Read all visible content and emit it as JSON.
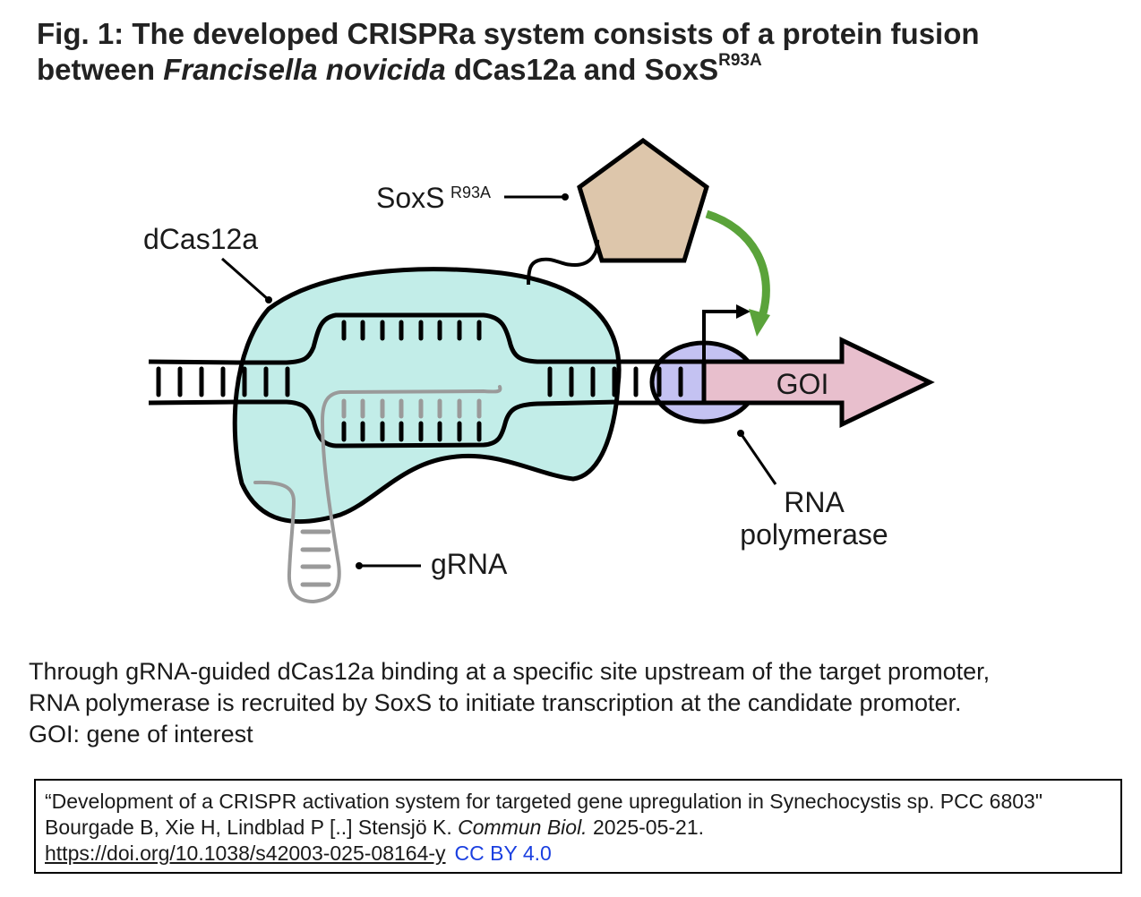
{
  "figure": {
    "title_prefix": "Fig. 1: The developed CRISPRa system consists of a protein fusion",
    "title_line2_before": "between ",
    "title_line2_italic": "Francisella novicida",
    "title_line2_after": " dCas12a and SoxS",
    "title_superscript": "R93A"
  },
  "diagram": {
    "labels": {
      "soxs": "SoxS",
      "soxs_superscript": "R93A",
      "dcas12a": "dCas12a",
      "goi": "GOI",
      "rna_polymerase_line1": "RNA",
      "rna_polymerase_line2": "polymerase",
      "grna": "gRNA"
    },
    "colors": {
      "dcas12a_fill": "#c2ede8",
      "soxs_fill": "#ddc6ab",
      "rna_polymerase_fill": "#c4c2f2",
      "goi_fill": "#e8bfcd",
      "activation_arrow": "#5aa33a",
      "grna_stroke": "#9a9a9a",
      "dna_stroke": "#000000"
    }
  },
  "caption": {
    "line1": "Through gRNA-guided dCas12a binding at a specific site upstream of the target promoter,",
    "line2": "RNA polymerase is recruited by SoxS to initiate transcription at the candidate promoter.",
    "line3": "GOI: gene of interest"
  },
  "citation": {
    "text_before_journal": "“Development of a CRISPR activation system for targeted gene upregulation in Synechocystis sp. PCC 6803\" Bourgade B, Xie H, Lindblad P [..] Stensjö K. ",
    "journal": "Commun Biol.",
    "date": " 2025-05-21.",
    "doi_link": "https://doi.org/10.1038/s42003-025-08164-y",
    "license": "CC BY 4.0"
  }
}
